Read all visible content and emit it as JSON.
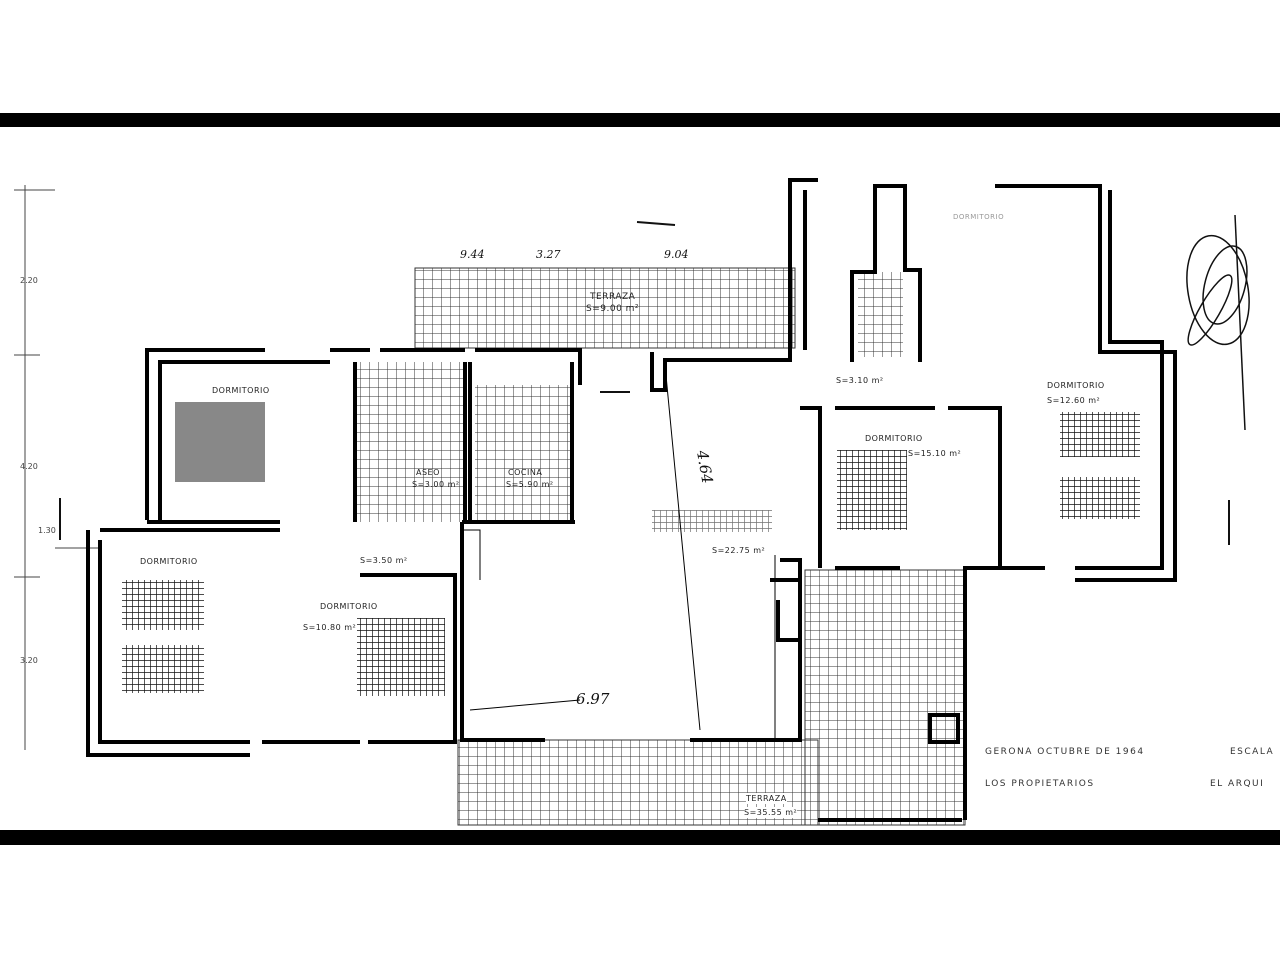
{
  "rooms": {
    "terraza_top": {
      "name": "TERRAZA",
      "area": "S=9.00 m²"
    },
    "dorm_top_left": {
      "name": "DORMITORIO"
    },
    "aseo": {
      "name": "ASEO",
      "area": "S=3.00 m²"
    },
    "cocina": {
      "name": "COCINA",
      "area": "S=5.90 m²"
    },
    "pasillo": {
      "area": "S=3.50 m²"
    },
    "dorm_left": {
      "name": "DORMITORIO"
    },
    "dorm_center": {
      "name": "DORMITORIO",
      "area": "S=10.80 m²"
    },
    "salon": {
      "area": "S=22.75 m²"
    },
    "dorm_right_center": {
      "name": "DORMITORIO",
      "area": "S=15.10 m²"
    },
    "pasillo_right": {
      "area": "S=3.10 m²"
    },
    "dorm_right": {
      "name": "DORMITORIO",
      "area": "S=12.60 m²"
    },
    "dorm_top_right": {
      "name": "DORMITORIO"
    },
    "terraza_bottom": {
      "name": "TERRAZA",
      "area": "S=35.55 m²"
    }
  },
  "handwritten": {
    "width": "6.97",
    "depth": "4.64",
    "dim_a": "9.44",
    "dim_b": "3.27",
    "dim_c": "9.04"
  },
  "side_dims": [
    "2.20",
    "4.20",
    "1.30",
    "3.20"
  ],
  "title_block": {
    "place_date": "GERONA OCTUBRE DE 1964",
    "scale": "ESCALA",
    "owners": "LOS PROPIETARIOS",
    "architect": "EL ARQUI"
  }
}
